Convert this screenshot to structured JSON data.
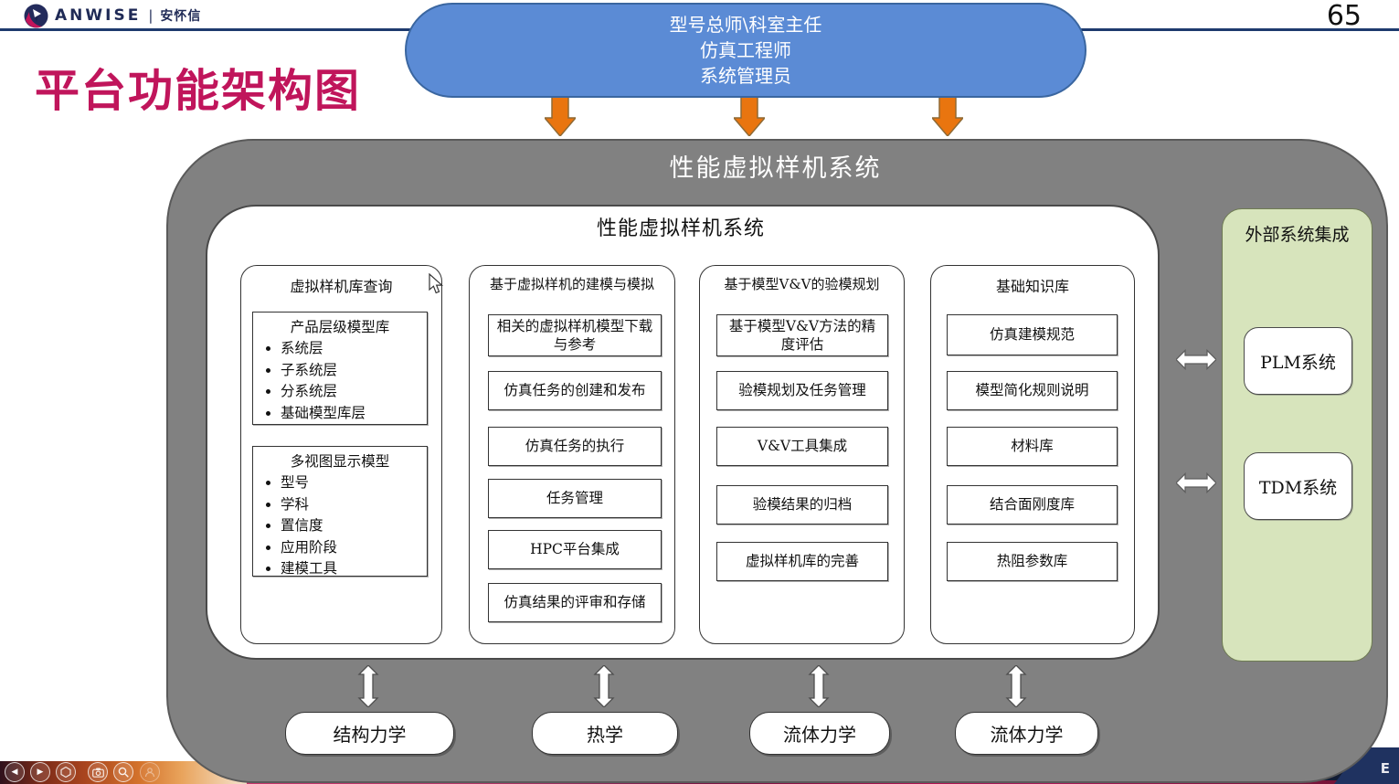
{
  "header": {
    "brand": "ANWISE",
    "separator": "|",
    "brand_cn": "安怀信",
    "page_number": "65"
  },
  "slide": {
    "title": "平台功能架构图"
  },
  "roles": {
    "lines": [
      "型号总师\\科室主任",
      "仿真工程师",
      "系统管理员"
    ]
  },
  "architecture": {
    "outer_title": "性能虚拟样机系统",
    "inner_title": "性能虚拟样机系统",
    "columns": [
      {
        "title": "虚拟样机库查询",
        "groups": [
          {
            "title": "产品层级模型库",
            "bullets": [
              "系统层",
              "子系统层",
              "分系统层",
              "基础模型库层"
            ]
          },
          {
            "title": "多视图显示模型",
            "bullets": [
              "型号",
              "学科",
              "置信度",
              "应用阶段",
              "建模工具"
            ]
          }
        ]
      },
      {
        "title": "基于虚拟样机的建模与模拟",
        "items": [
          "相关的虚拟样机模型下载与参考",
          "仿真任务的创建和发布",
          "仿真任务的执行",
          "任务管理",
          "HPC平台集成",
          "仿真结果的评审和存储"
        ]
      },
      {
        "title": "基于模型V&V的验模规划",
        "items": [
          "基于模型V&V方法的精度评估",
          "验模规划及任务管理",
          "V&V工具集成",
          "验模结果的归档",
          "虚拟样机库的完善"
        ]
      },
      {
        "title": "基础知识库",
        "items": [
          "仿真建模规范",
          "模型简化规则说明",
          "材料库",
          "结合面刚度库",
          "热阻参数库"
        ]
      }
    ]
  },
  "external": {
    "title": "外部系统集成",
    "systems": [
      "PLM系统",
      "TDM系统"
    ]
  },
  "disciplines": [
    "结构力学",
    "热学",
    "流体力学",
    "流体力学"
  ],
  "footer": {
    "icons": [
      {
        "name": "prev",
        "glyph": "◀"
      },
      {
        "name": "next",
        "glyph": "▶"
      }
    ]
  },
  "corner": {
    "logo_fragment": "E"
  },
  "colors": {
    "accent_blue": "#5B8BD5",
    "accent_orange": "#E9750F",
    "container_gray": "#818181",
    "external_green": "#D7E4BC",
    "title_magenta": "#C0155B",
    "navy": "#1F3864"
  }
}
